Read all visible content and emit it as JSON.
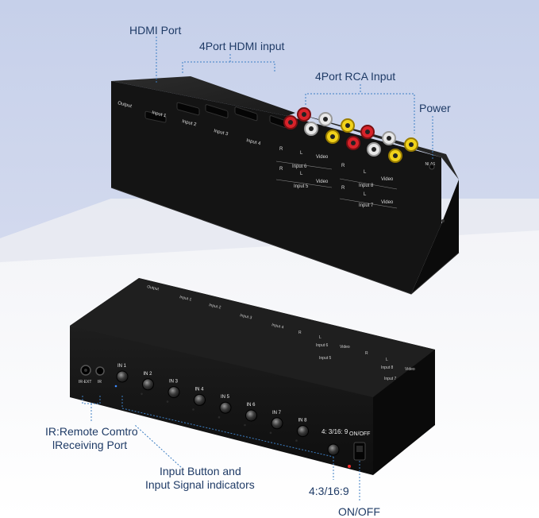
{
  "colors": {
    "background_top": "#c9d3ec",
    "background_bottom": "#f3f4f8",
    "device_body": "#161616",
    "device_top": "#222222",
    "callout_text": "#1f3b66",
    "leader_line": "#3d7fc4",
    "rca_red": "#d8232a",
    "rca_white": "#e8e8e8",
    "rca_yellow": "#f1d21a",
    "indicator_blue": "#3d8cff",
    "indicator_red": "#ff2a2a"
  },
  "callouts": {
    "hdmi_port": "HDMI Port",
    "hdmi_input": "4Port HDMI input",
    "rca_input": "4Port RCA Input",
    "power": "Power",
    "ir_receiver_line1": "IR:Remote Comtro",
    "ir_receiver_line2": "lReceiving Port",
    "input_button_line1": "Input Button and",
    "input_button_line2": "Input Signal indicators",
    "aspect_ratio": "4:3/16:9",
    "on_off": "ON/OFF"
  },
  "rear_panel": {
    "output": "Output",
    "inputs": [
      "Input 1",
      "Input 2",
      "Input 3",
      "Input 4"
    ],
    "rca_labels": {
      "top_left": [
        "R",
        "L",
        "Video"
      ],
      "top_left_group": "Input 6",
      "bottom_left": [
        "R",
        "L",
        "Video"
      ],
      "bottom_left_group": "Input 5",
      "top_right": [
        "R",
        "L",
        "Video"
      ],
      "top_right_group": "Input 8",
      "bottom_right": [
        "R",
        "L",
        "Video"
      ],
      "bottom_right_group": "Input 7"
    },
    "power_jack": "5V IN"
  },
  "front_panel": {
    "ir_ext": "IR-EXT",
    "ir": "IR",
    "buttons": [
      "IN 1",
      "IN 2",
      "IN 3",
      "IN 4",
      "IN 5",
      "IN 6",
      "IN 7",
      "IN 8"
    ],
    "aspect_button": "4: 3/16: 9",
    "switch_label": "ON/OFF",
    "top_labels": [
      "Output",
      "Input 1",
      "Input 2",
      "Input 3",
      "Input 4"
    ],
    "top_rca_labels": [
      "R",
      "L",
      "Video",
      "Input 6",
      "Input 5",
      "R",
      "L",
      "Video",
      "Input 8",
      "Input 7"
    ]
  }
}
